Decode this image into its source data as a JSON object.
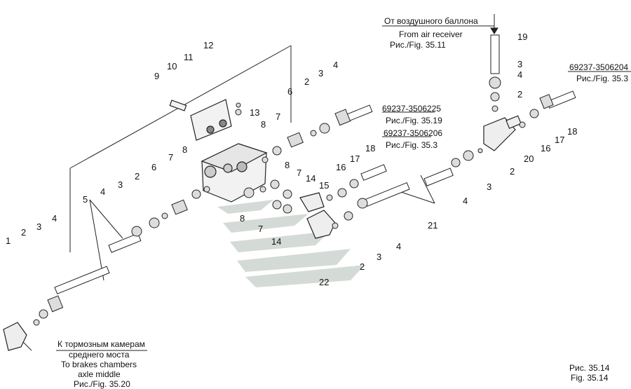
{
  "callouts": {
    "from_receiver_ru": "От воздушного   баллона",
    "from_receiver_en": "From air receiver",
    "from_receiver_ref": "Рис./Fig. 35.11",
    "part_a": "69237-3506204",
    "part_a_ref": "Рис./Fig. 35.3",
    "part_b": "69237-3506225",
    "part_b_ref": "Рис./Fig. 35.19",
    "part_c": "69237-3506206",
    "part_c_ref": "Рис./Fig. 35.3",
    "brakes_ru_1": "К тормозным камерам",
    "brakes_ru_2": "среднего моста",
    "brakes_en_1": "To brakes chambers",
    "brakes_en_2": "axle middle",
    "brakes_ref": "Рис./Fig. 35.20"
  },
  "caption": {
    "ru": "Рис. 35.14",
    "en": "Fig. 35.14"
  },
  "numbers": [
    "1",
    "2",
    "3",
    "4",
    "5",
    "6",
    "7",
    "8",
    "9",
    "10",
    "11",
    "12",
    "13",
    "14",
    "15",
    "16",
    "17",
    "18",
    "19",
    "20",
    "21",
    "22"
  ]
}
